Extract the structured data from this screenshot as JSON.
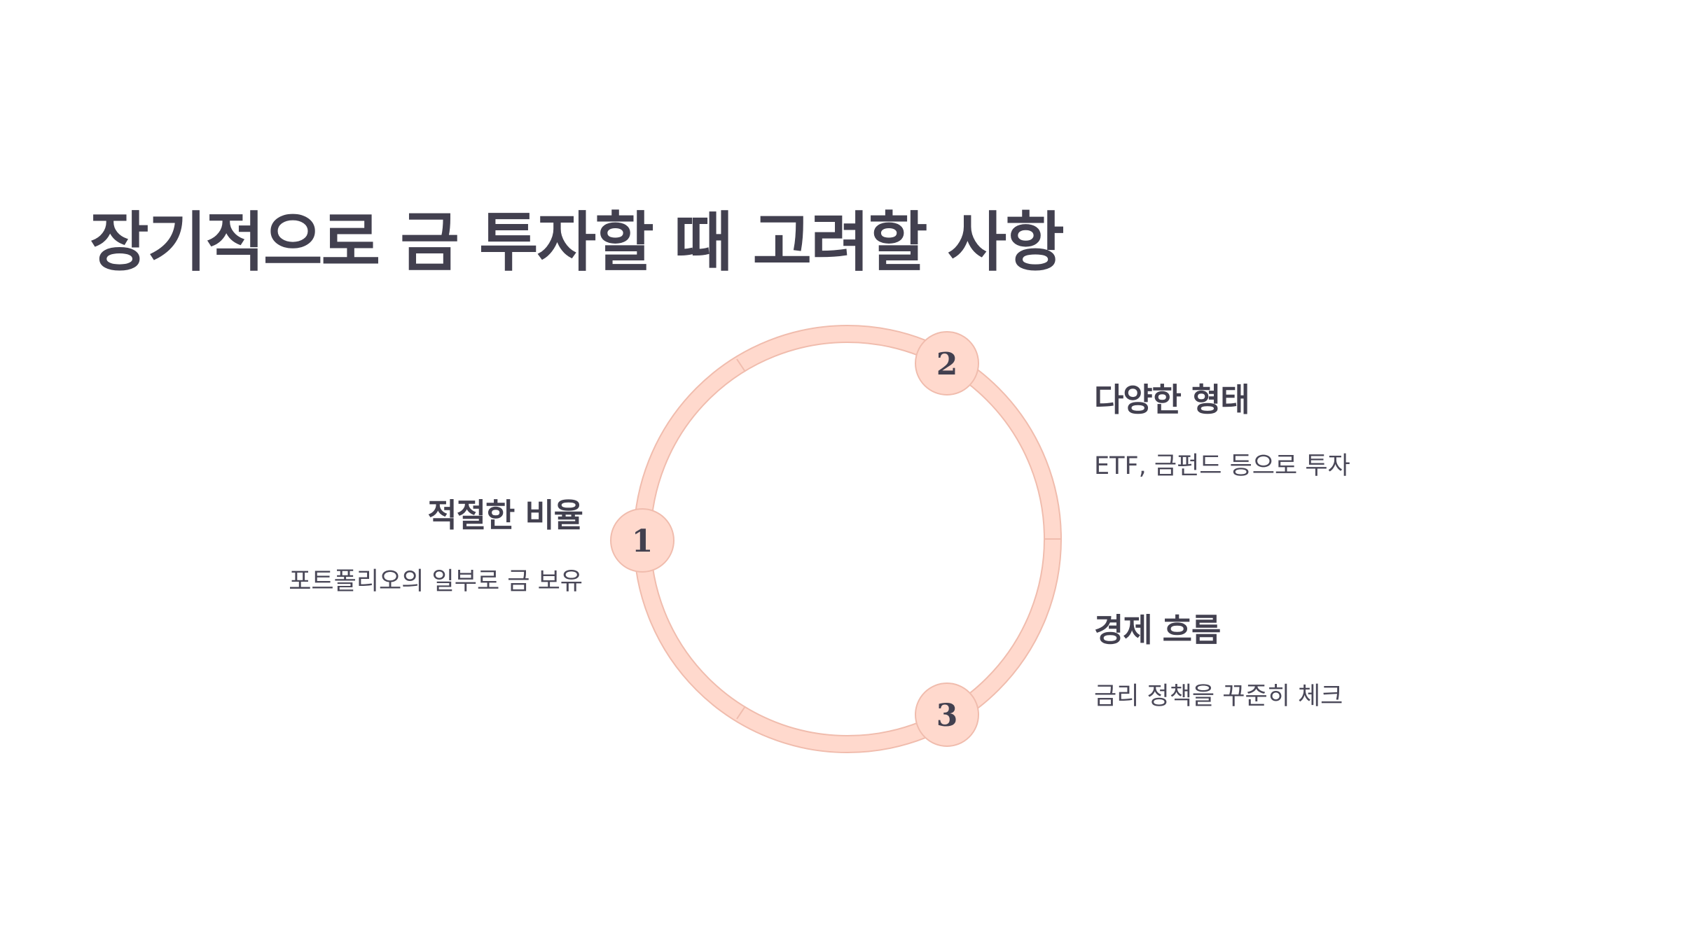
{
  "title": "장기적으로 금 투자할 때 고려할 사항",
  "colors": {
    "ring_fill": "#ffd9cd",
    "ring_stroke": "#f0bcad",
    "text_dark": "#42404f"
  },
  "items": [
    {
      "number": "1",
      "heading": "적절한 비율",
      "desc": "포트폴리오의 일부로 금 보유"
    },
    {
      "number": "2",
      "heading": "다양한 형태",
      "desc": "ETF, 금펀드 등으로 투자"
    },
    {
      "number": "3",
      "heading": "경제 흐름",
      "desc": "금리 정책을 꾸준히 체크"
    }
  ]
}
